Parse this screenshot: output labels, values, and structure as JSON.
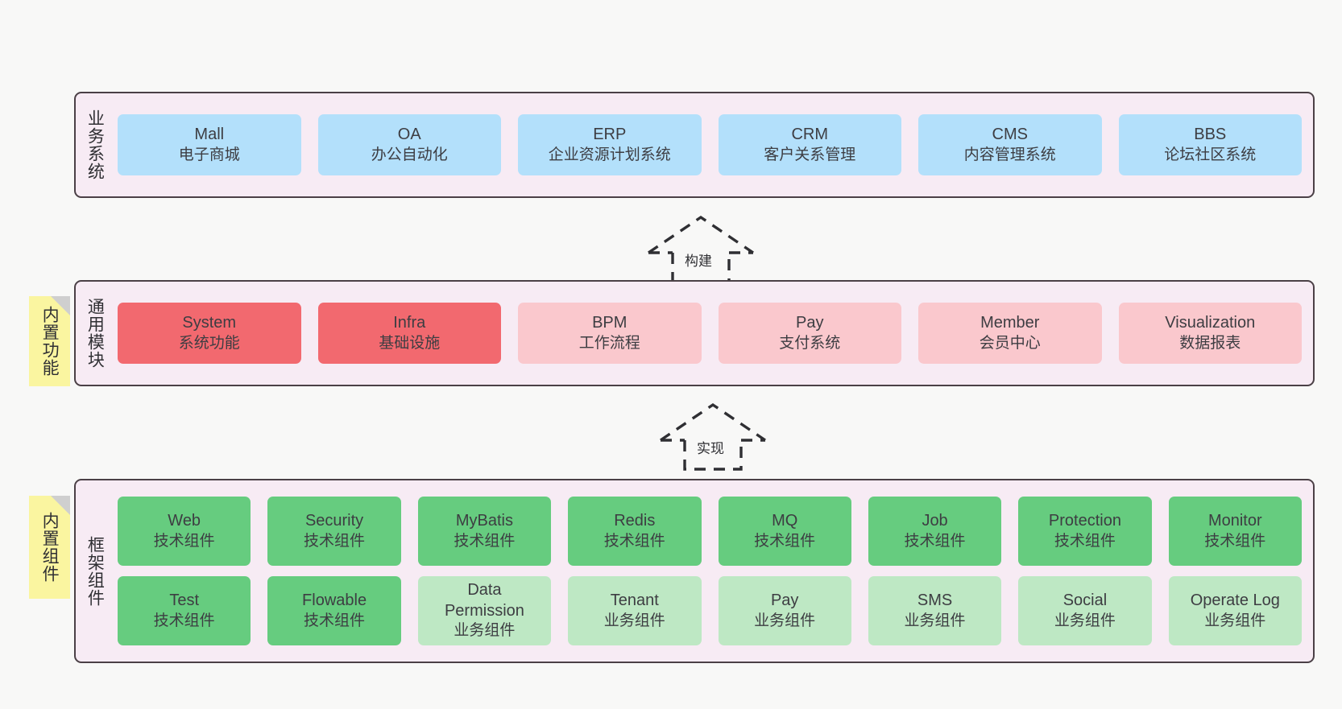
{
  "page": {
    "background": "#f8f8f7",
    "panel_background": "#f7ebf4",
    "panel_border": "#4b4046"
  },
  "layers": [
    {
      "id": "business-system",
      "title": "业务系统",
      "note": null,
      "rows": [
        {
          "cells": [
            {
              "en": "Mall",
              "cn": "电子商城",
              "color": "#b3e0fb",
              "style": "c-blue"
            },
            {
              "en": "OA",
              "cn": "办公自动化",
              "color": "#b3e0fb",
              "style": "c-blue"
            },
            {
              "en": "ERP",
              "cn": "企业资源计划系统",
              "color": "#b3e0fb",
              "style": "c-blue"
            },
            {
              "en": "CRM",
              "cn": "客户关系管理",
              "color": "#b3e0fb",
              "style": "c-blue"
            },
            {
              "en": "CMS",
              "cn": "内容管理系统",
              "color": "#b3e0fb",
              "style": "c-blue"
            },
            {
              "en": "BBS",
              "cn": "论坛社区系统",
              "color": "#b3e0fb",
              "style": "c-blue"
            }
          ]
        }
      ]
    },
    {
      "id": "common-module",
      "title": "通用模块",
      "note": "内置功能",
      "rows": [
        {
          "cells": [
            {
              "en": "System",
              "cn": "系统功能",
              "color": "#f2696f",
              "style": "c-red"
            },
            {
              "en": "Infra",
              "cn": "基础设施",
              "color": "#f2696f",
              "style": "c-red"
            },
            {
              "en": "BPM",
              "cn": "工作流程",
              "color": "#fac8cd",
              "style": "c-pink"
            },
            {
              "en": "Pay",
              "cn": "支付系统",
              "color": "#fac8cd",
              "style": "c-pink"
            },
            {
              "en": "Member",
              "cn": "会员中心",
              "color": "#fac8cd",
              "style": "c-pink"
            },
            {
              "en": "Visualization",
              "cn": "数据报表",
              "color": "#fac8cd",
              "style": "c-pink"
            }
          ]
        }
      ]
    },
    {
      "id": "framework-component",
      "title": "框架组件",
      "note": "内置组件",
      "rows": [
        {
          "cells": [
            {
              "en": "Web",
              "cn": "技术组件",
              "color": "#66cc7f",
              "style": "c-green"
            },
            {
              "en": "Security",
              "cn": "技术组件",
              "color": "#66cc7f",
              "style": "c-green"
            },
            {
              "en": "MyBatis",
              "cn": "技术组件",
              "color": "#66cc7f",
              "style": "c-green"
            },
            {
              "en": "Redis",
              "cn": "技术组件",
              "color": "#66cc7f",
              "style": "c-green"
            },
            {
              "en": "MQ",
              "cn": "技术组件",
              "color": "#66cc7f",
              "style": "c-green"
            },
            {
              "en": "Job",
              "cn": "技术组件",
              "color": "#66cc7f",
              "style": "c-green"
            },
            {
              "en": "Protection",
              "cn": "技术组件",
              "color": "#66cc7f",
              "style": "c-green"
            },
            {
              "en": "Monitor",
              "cn": "技术组件",
              "color": "#66cc7f",
              "style": "c-green"
            }
          ]
        },
        {
          "cells": [
            {
              "en": "Test",
              "cn": "技术组件",
              "color": "#66cc7f",
              "style": "c-green"
            },
            {
              "en": "Flowable",
              "cn": "技术组件",
              "color": "#66cc7f",
              "style": "c-green"
            },
            {
              "en": "Data Permission",
              "cn": "业务组件",
              "color": "#bee8c4",
              "style": "c-greenlight"
            },
            {
              "en": "Tenant",
              "cn": "业务组件",
              "color": "#bee8c4",
              "style": "c-greenlight"
            },
            {
              "en": "Pay",
              "cn": "业务组件",
              "color": "#bee8c4",
              "style": "c-greenlight"
            },
            {
              "en": "SMS",
              "cn": "业务组件",
              "color": "#bee8c4",
              "style": "c-greenlight"
            },
            {
              "en": "Social",
              "cn": "业务组件",
              "color": "#bee8c4",
              "style": "c-greenlight"
            },
            {
              "en": "Operate Log",
              "cn": "业务组件",
              "color": "#bee8c4",
              "style": "c-greenlight"
            }
          ]
        }
      ]
    }
  ],
  "connectors": [
    {
      "id": "build",
      "label": "构建",
      "from": "common-module",
      "to": "business-system"
    },
    {
      "id": "implement",
      "label": "实现",
      "from": "framework-component",
      "to": "common-module"
    }
  ]
}
